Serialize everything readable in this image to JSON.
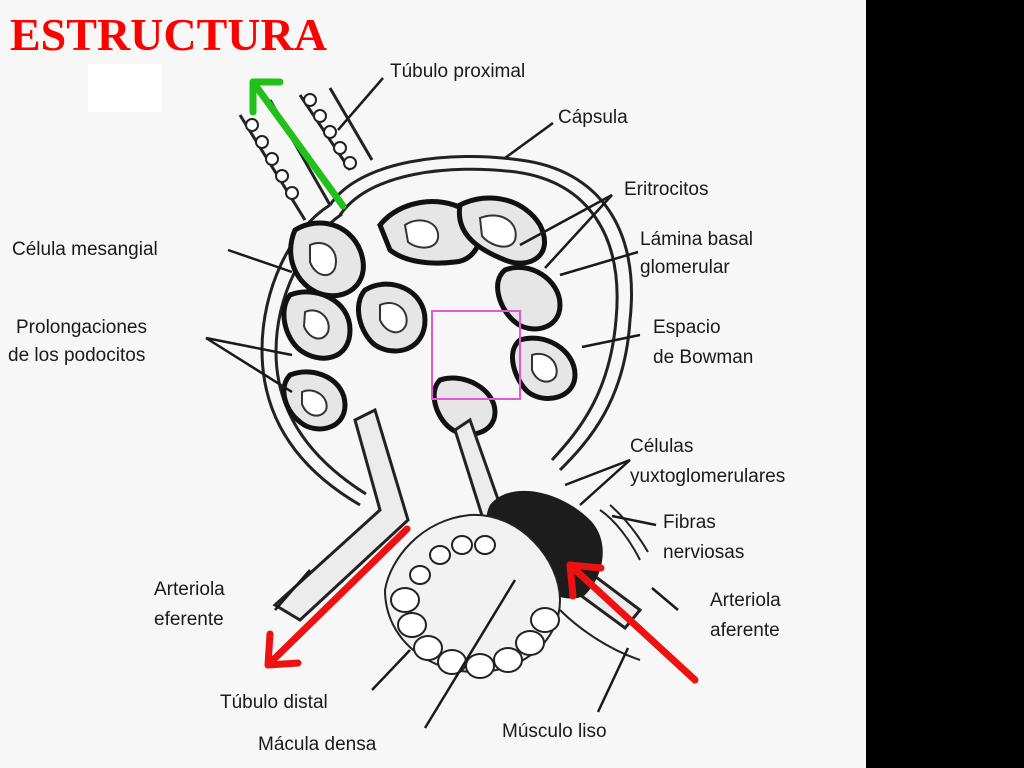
{
  "title": "ESTRUCTURA",
  "colors": {
    "title": "#ff0000",
    "green_arrow": "#22c01a",
    "red_arrow": "#ee1111",
    "highlight_box": "#e455d8"
  },
  "labels": {
    "tubulo_proximal": "Túbulo proximal",
    "capsula": "Cápsula",
    "eritrocitos": "Eritrocitos",
    "lamina_basal_1": "Lámina basal",
    "lamina_basal_2": "glomerular",
    "celula_mesangial": "Célula mesangial",
    "prolongaciones_1": "Prolongaciones",
    "prolongaciones_2": "de los podocitos",
    "espacio_1": "Espacio",
    "espacio_2": "de Bowman",
    "celulas_yuxta_1": "Células",
    "celulas_yuxta_2": "yuxtoglomerulares",
    "fibras_1": "Fibras",
    "fibras_2": "nerviosas",
    "arteriola_eferente_1": "Arteriola",
    "arteriola_eferente_2": "eferente",
    "arteriola_aferente_1": "Arteriola",
    "arteriola_aferente_2": "aferente",
    "tubulo_distal": "Túbulo distal",
    "macula_densa": "Mácula densa",
    "musculo_liso": "Músculo liso"
  }
}
